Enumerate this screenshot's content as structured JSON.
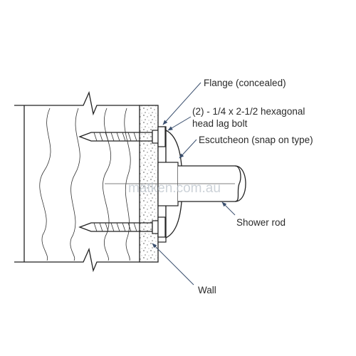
{
  "labels": {
    "flange": "Flange (concealed)",
    "bolt_line1": "(2) - 1/4 x 2-1/2 hexagonal",
    "bolt_line2": "head lag bolt",
    "escutcheon": "Escutcheon (snap on type)",
    "shower_rod": "Shower rod",
    "wall": "Wall"
  },
  "watermark": "matken.com.au",
  "colors": {
    "line": "#222222",
    "leader": "#3a4f6e",
    "watermark": "#bcc4cc"
  }
}
